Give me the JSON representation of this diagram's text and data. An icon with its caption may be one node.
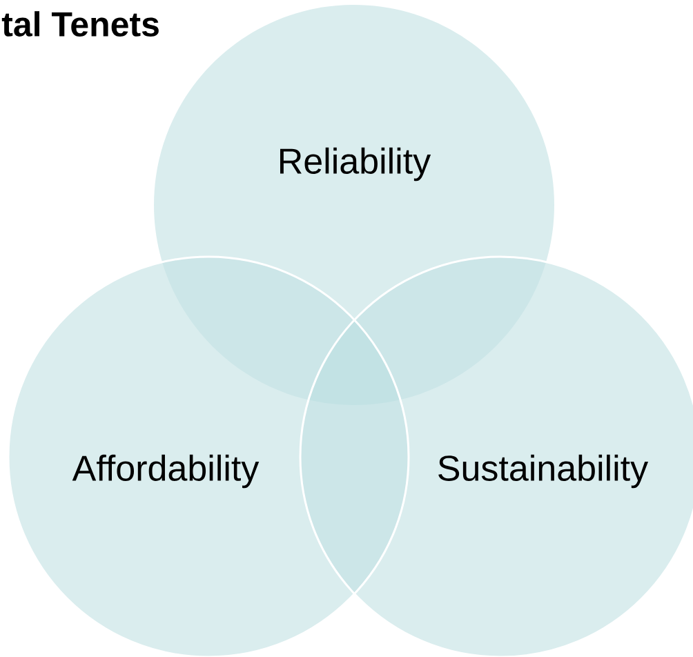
{
  "diagram": {
    "title": "tal Tenets",
    "nodes": [
      {
        "text": [
          "Reliability"
        ]
      },
      {
        "text": [
          "Affordability"
        ]
      },
      {
        "text": [
          "Sustainability"
        ]
      }
    ]
  }
}
